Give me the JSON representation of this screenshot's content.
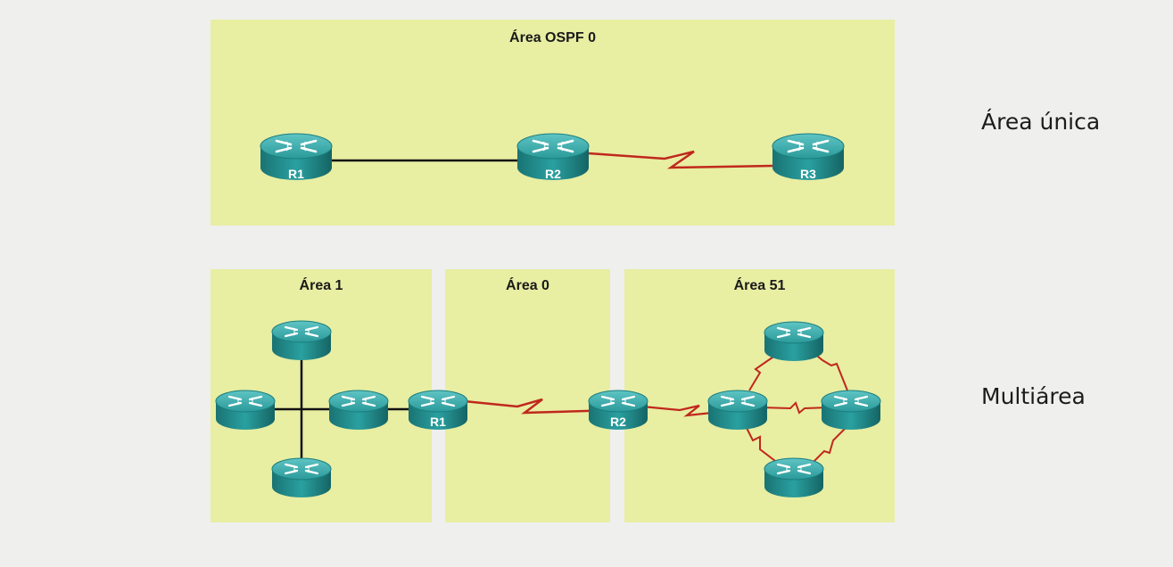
{
  "single": {
    "area_title": "Área OSPF 0",
    "side_label": "Área única",
    "routers": [
      "R1",
      "R2",
      "R3"
    ]
  },
  "multi": {
    "side_label": "Multiárea",
    "areas": [
      "Área 1",
      "Área 0",
      "Área 51"
    ],
    "routers": [
      "R1",
      "R2"
    ]
  },
  "colors": {
    "panel": "#e8eea2",
    "ethernet_link": "#111111",
    "serial_link": "#c0281c",
    "router": "#1e8a8a"
  }
}
